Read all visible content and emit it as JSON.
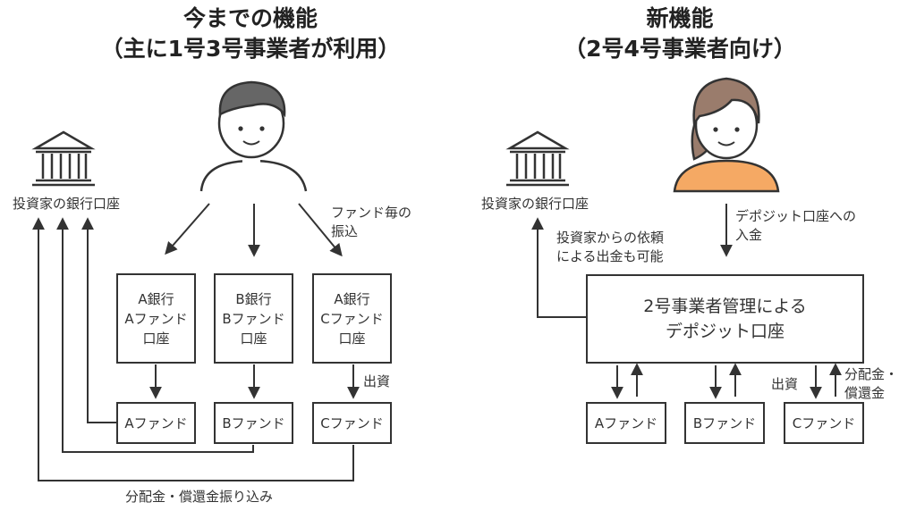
{
  "left": {
    "title_line1": "今までの機能",
    "title_line2": "（主に1号3号事業者が利用）",
    "bank_label": "投資家の銀行口座",
    "transfer_label_line1": "ファンド毎の",
    "transfer_label_line2": "振込",
    "accounts": [
      {
        "line1": "A銀行",
        "line2": "Aファンド",
        "line3": "口座"
      },
      {
        "line1": "B銀行",
        "line2": "Bファンド",
        "line3": "口座"
      },
      {
        "line1": "A銀行",
        "line2": "Cファンド",
        "line3": "口座"
      }
    ],
    "invest_label": "出資",
    "funds": [
      "Aファンド",
      "Bファンド",
      "Cファンド"
    ],
    "payout_label": "分配金・償還金振り込み"
  },
  "right": {
    "title_line1": "新機能",
    "title_line2": "（2号4号事業者向け）",
    "bank_label": "投資家の銀行口座",
    "withdraw_label_line1": "投資家からの依頼",
    "withdraw_label_line2": "による出金も可能",
    "deposit_label_line1": "デポジット口座への",
    "deposit_label_line2": "入金",
    "deposit_account_line1": "2号事業者管理による",
    "deposit_account_line2": "デポジット口座",
    "invest_label": "出資",
    "payout_label_line1": "分配金・",
    "payout_label_line2": "償還金",
    "funds": [
      "Aファンド",
      "Bファンド",
      "Cファンド"
    ]
  },
  "colors": {
    "line": "#333333",
    "skin": "#ffffff",
    "male_hair": "#666666",
    "female_hair": "#9a7c6c",
    "female_shirt": "#f5a964"
  }
}
